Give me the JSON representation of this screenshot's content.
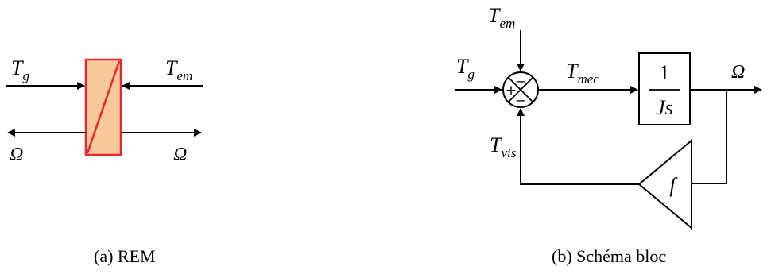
{
  "rem": {
    "caption": "(a) REM",
    "left_in": {
      "main": "T",
      "sub": "g"
    },
    "right_in": {
      "main": "T",
      "sub": "em"
    },
    "left_out": "Ω",
    "right_out": "Ω"
  },
  "bloc": {
    "caption": "(b) Schéma bloc",
    "t_em": {
      "main": "T",
      "sub": "em"
    },
    "t_g": {
      "main": "T",
      "sub": "g"
    },
    "t_mec": {
      "main": "T",
      "sub": "mec"
    },
    "t_vis": {
      "main": "T",
      "sub": "vis"
    },
    "omega": "Ω",
    "tf_num": "1",
    "tf_den": "Js",
    "gain": "f",
    "sign_top": "−",
    "sign_left": "+",
    "sign_bottom": "−"
  },
  "colors": {
    "rem_fill": "#f9c89a",
    "rem_stroke": "#e8262b",
    "line": "#000000"
  }
}
